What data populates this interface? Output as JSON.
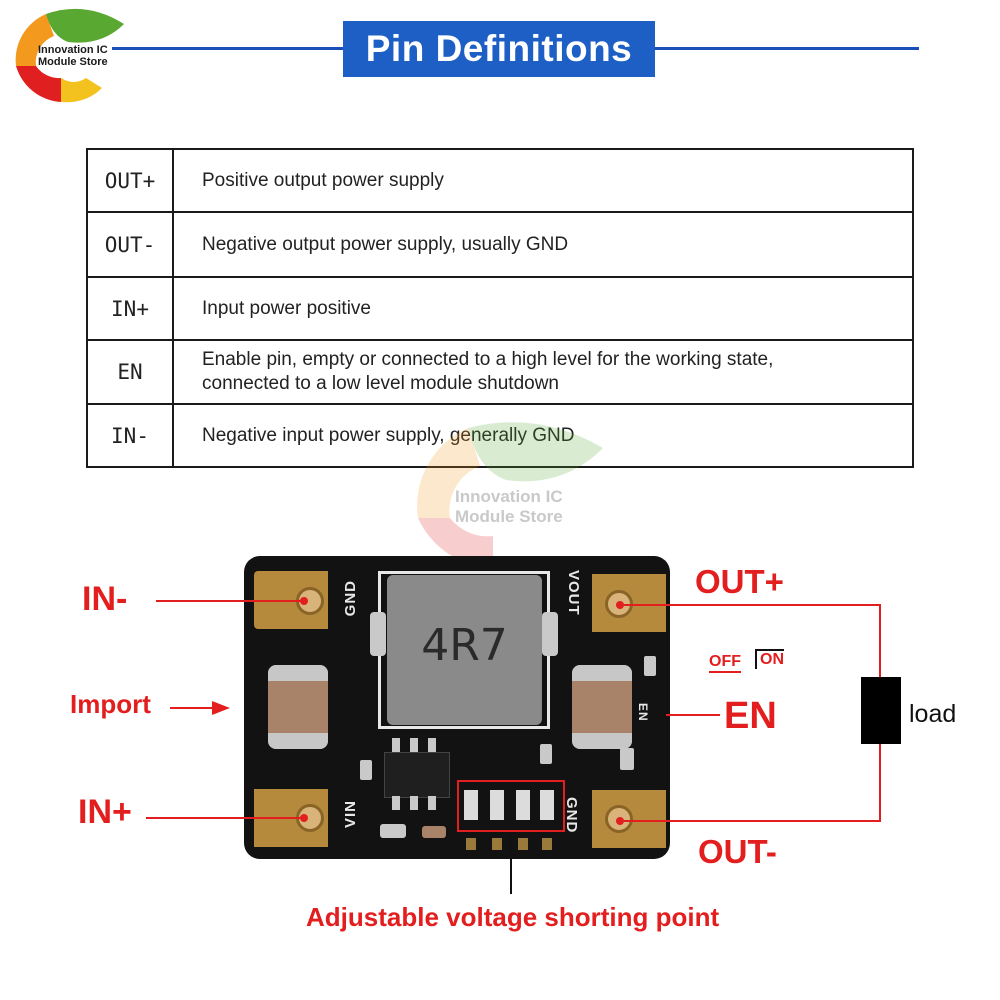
{
  "header": {
    "title": "Pin Definitions",
    "logo_line1": "Innovation IC",
    "logo_line2": "Module Store"
  },
  "pins": [
    {
      "pin": "OUT+",
      "desc": "Positive output power supply"
    },
    {
      "pin": "OUT-",
      "desc": "Negative output power supply, usually GND"
    },
    {
      "pin": "IN+",
      "desc": "Input power positive"
    },
    {
      "pin": "EN",
      "desc": "Enable pin, empty or connected to a high level for the working state,",
      "desc2": "connected to a low level module shutdown"
    },
    {
      "pin": "IN-",
      "desc": "Negative input power supply, generally GND"
    }
  ],
  "watermark": {
    "line1": "Innovation IC",
    "line2": "Module Store"
  },
  "board": {
    "silk_gnd_left": "GND",
    "silk_vout": "VOUT",
    "silk_vin": "VIN",
    "silk_gnd_right": "GND",
    "silk_en": "EN",
    "inductor_marking": "4R7"
  },
  "labels": {
    "in_minus": "IN-",
    "import": "Import",
    "in_plus": "IN+",
    "out_plus": "OUT+",
    "en": "EN",
    "out_minus": "OUT-",
    "load": "load",
    "off": "OFF",
    "on": "ON",
    "shorting": "Adjustable voltage shorting point"
  },
  "colors": {
    "accent_blue": "#1d5fc4",
    "annotation_red": "#e31e1e",
    "pcb_black": "#121212",
    "pad_gold": "#b58a3c"
  }
}
